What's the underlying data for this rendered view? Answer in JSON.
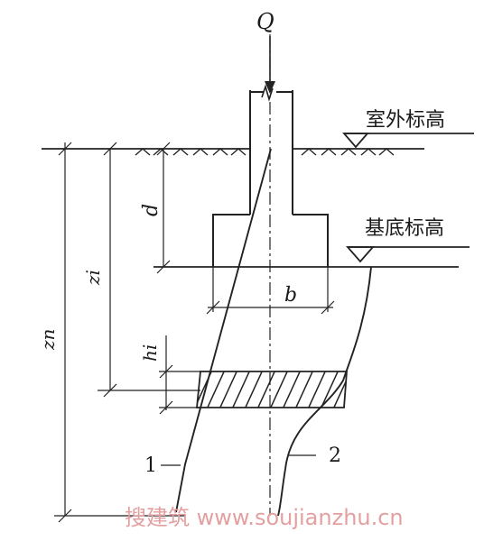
{
  "diagram": {
    "load_label": "Q",
    "outdoor_elevation_label": "室外标高",
    "base_elevation_label": "基底标高",
    "depth_label": "d",
    "width_label": "b",
    "depth_zi_label": "zi",
    "depth_zn_label": "zn",
    "layer_thickness_label": "hi",
    "curve1_label": "1",
    "curve2_label": "2"
  },
  "watermark": "搜建筑 www.soujianzhu.cn"
}
